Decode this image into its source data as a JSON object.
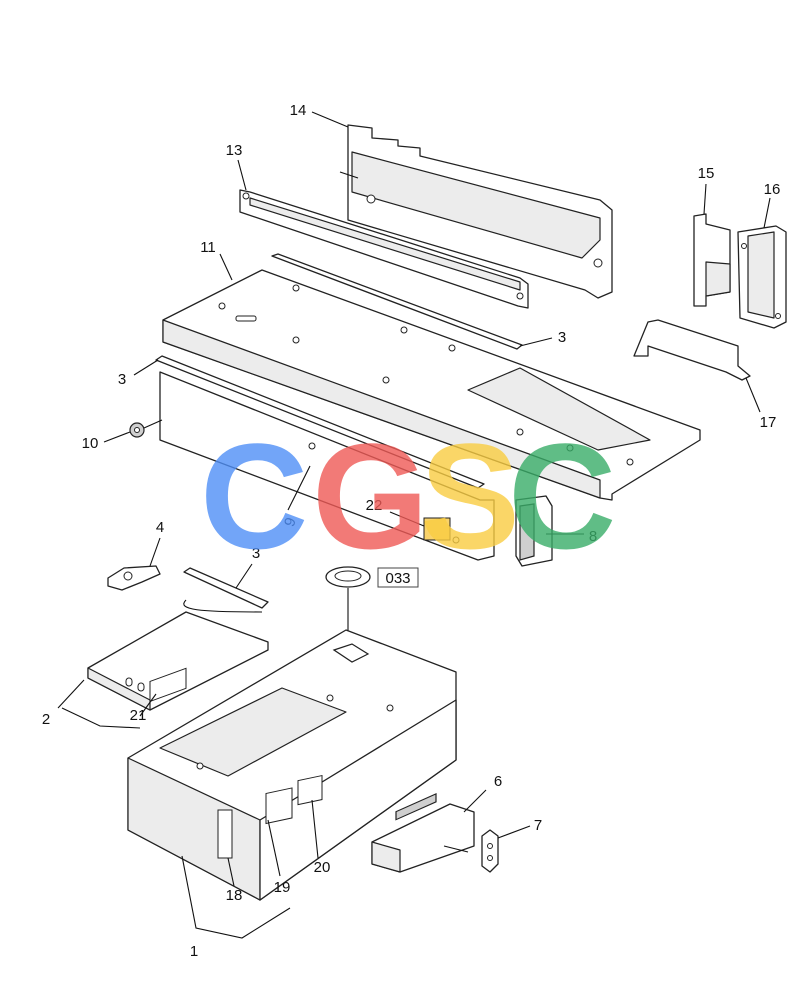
{
  "diagram": {
    "callouts": {
      "c1": "1",
      "c2": "2",
      "c3a": "3",
      "c3b": "3",
      "c3c": "3",
      "c4": "4",
      "c6": "6",
      "c7": "7",
      "c8": "8",
      "c9": "9",
      "c10": "10",
      "c11": "11",
      "c13": "13",
      "c14": "14",
      "c15": "15",
      "c16": "16",
      "c17": "17",
      "c18": "18",
      "c19": "19",
      "c20": "20",
      "c21": "21",
      "c22": "22"
    },
    "ref_box": "033"
  },
  "watermark": {
    "letters": [
      "C",
      "G",
      "S",
      "C"
    ],
    "colors": [
      "#4f8ff7",
      "#ef5a56",
      "#f9cd42",
      "#39ad68"
    ]
  }
}
